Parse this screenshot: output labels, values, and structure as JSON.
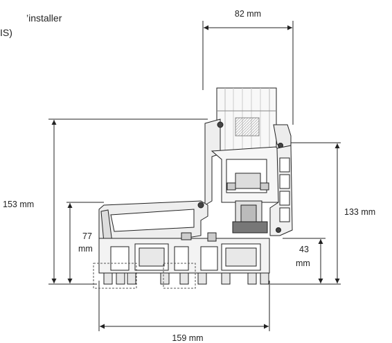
{
  "caption": {
    "line1": "’installer",
    "line2": "IS)"
  },
  "dimensions": {
    "top_width": "82 mm",
    "bottom_width": "159 mm",
    "left_height": "153 mm",
    "right_height": "133 mm",
    "inner_left_value": "77",
    "inner_left_unit": "mm",
    "inner_right_value": "43",
    "inner_right_unit": "mm"
  },
  "colors": {
    "line": "#222222",
    "fill_light": "#f2f2f2",
    "fill_mid": "#d9d9d9",
    "glass": "#f7f7f7"
  }
}
